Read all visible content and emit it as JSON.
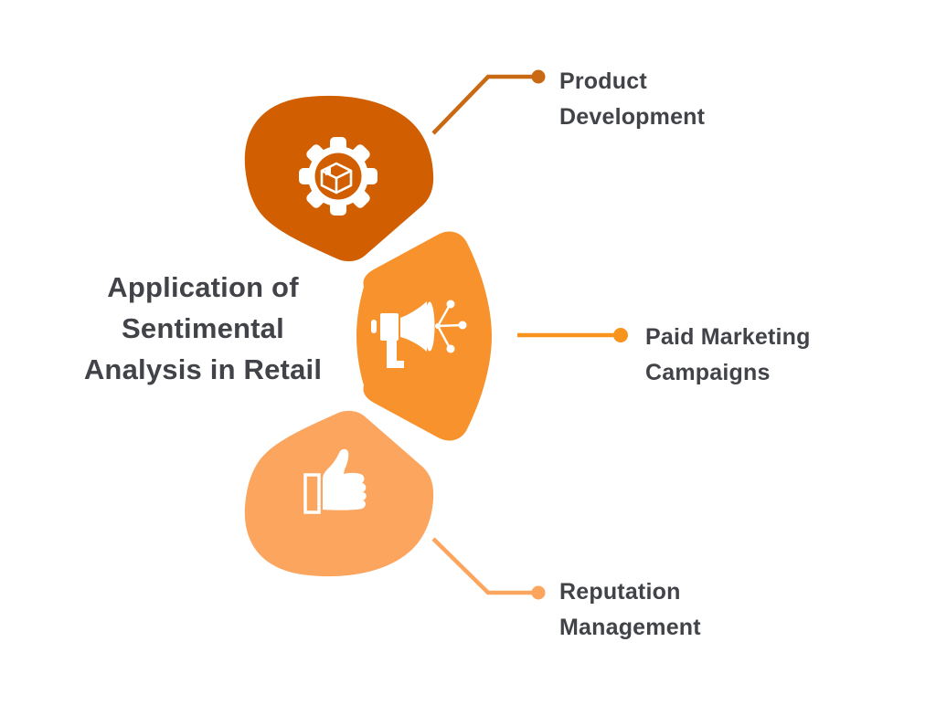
{
  "title": "Application of Sentimental Analysis in Retail",
  "title_lines": [
    "Application of",
    "Sentimental",
    "Analysis in Retail"
  ],
  "text_color": "#414348",
  "background_color": "#FFFFFF",
  "icon_color": "#FFFFFF",
  "items": [
    {
      "label": "Product Development",
      "lines": [
        "Product",
        "Development"
      ],
      "icon": "gear-package-icon",
      "color": "#D15F02",
      "connector_color": "#CA6913"
    },
    {
      "label": "Paid Marketing Campaigns",
      "lines": [
        "Paid Marketing",
        "Campaigns"
      ],
      "icon": "megaphone-share-icon",
      "color": "#F8922C",
      "connector_color": "#F8941E"
    },
    {
      "label": "Reputation Management",
      "lines": [
        "Reputation",
        "Management"
      ],
      "icon": "thumbs-up-icon",
      "color": "#FBA55F",
      "connector_color": "#FBA55F"
    }
  ]
}
